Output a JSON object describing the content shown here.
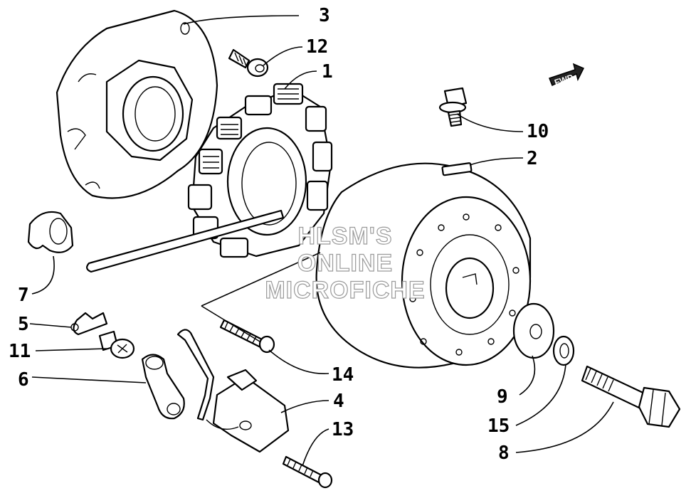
{
  "watermark": {
    "line1": "HLSM'S",
    "line2": "ONLINE",
    "line3": "MICROFICHE"
  },
  "fwd_label": "FWD",
  "callouts": [
    {
      "id": "c3",
      "label": "3"
    },
    {
      "id": "c12",
      "label": "12"
    },
    {
      "id": "c1",
      "label": "1"
    },
    {
      "id": "c10",
      "label": "10"
    },
    {
      "id": "c2",
      "label": "2"
    },
    {
      "id": "c7",
      "label": "7"
    },
    {
      "id": "c5",
      "label": "5"
    },
    {
      "id": "c11",
      "label": "11"
    },
    {
      "id": "c6",
      "label": "6"
    },
    {
      "id": "c14",
      "label": "14"
    },
    {
      "id": "c4",
      "label": "4"
    },
    {
      "id": "c13",
      "label": "13"
    },
    {
      "id": "c9",
      "label": "9"
    },
    {
      "id": "c15",
      "label": "15"
    },
    {
      "id": "c8",
      "label": "8"
    }
  ]
}
